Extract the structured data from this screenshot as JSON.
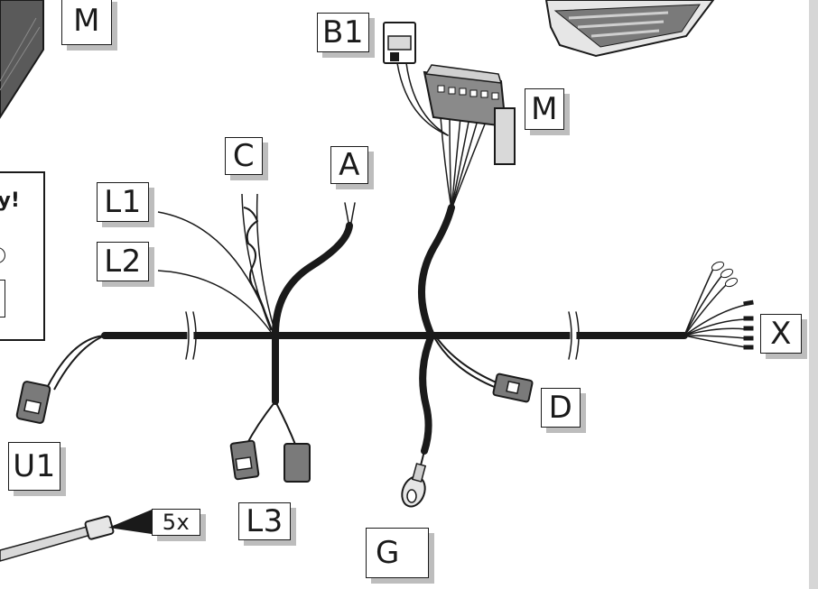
{
  "labels": {
    "m_top": "M",
    "b1": "B1",
    "m_right": "M",
    "c": "C",
    "a": "A",
    "l1": "L1",
    "l2": "L2",
    "x": "X",
    "d": "D",
    "u1": "U1",
    "l3": "L3",
    "g": "G",
    "qty": "5x"
  },
  "warning_text": "ly!",
  "colors": {
    "wire": "#1a1a1a",
    "shadow": "#bdbdbd",
    "connector": "#7a7a7a"
  }
}
